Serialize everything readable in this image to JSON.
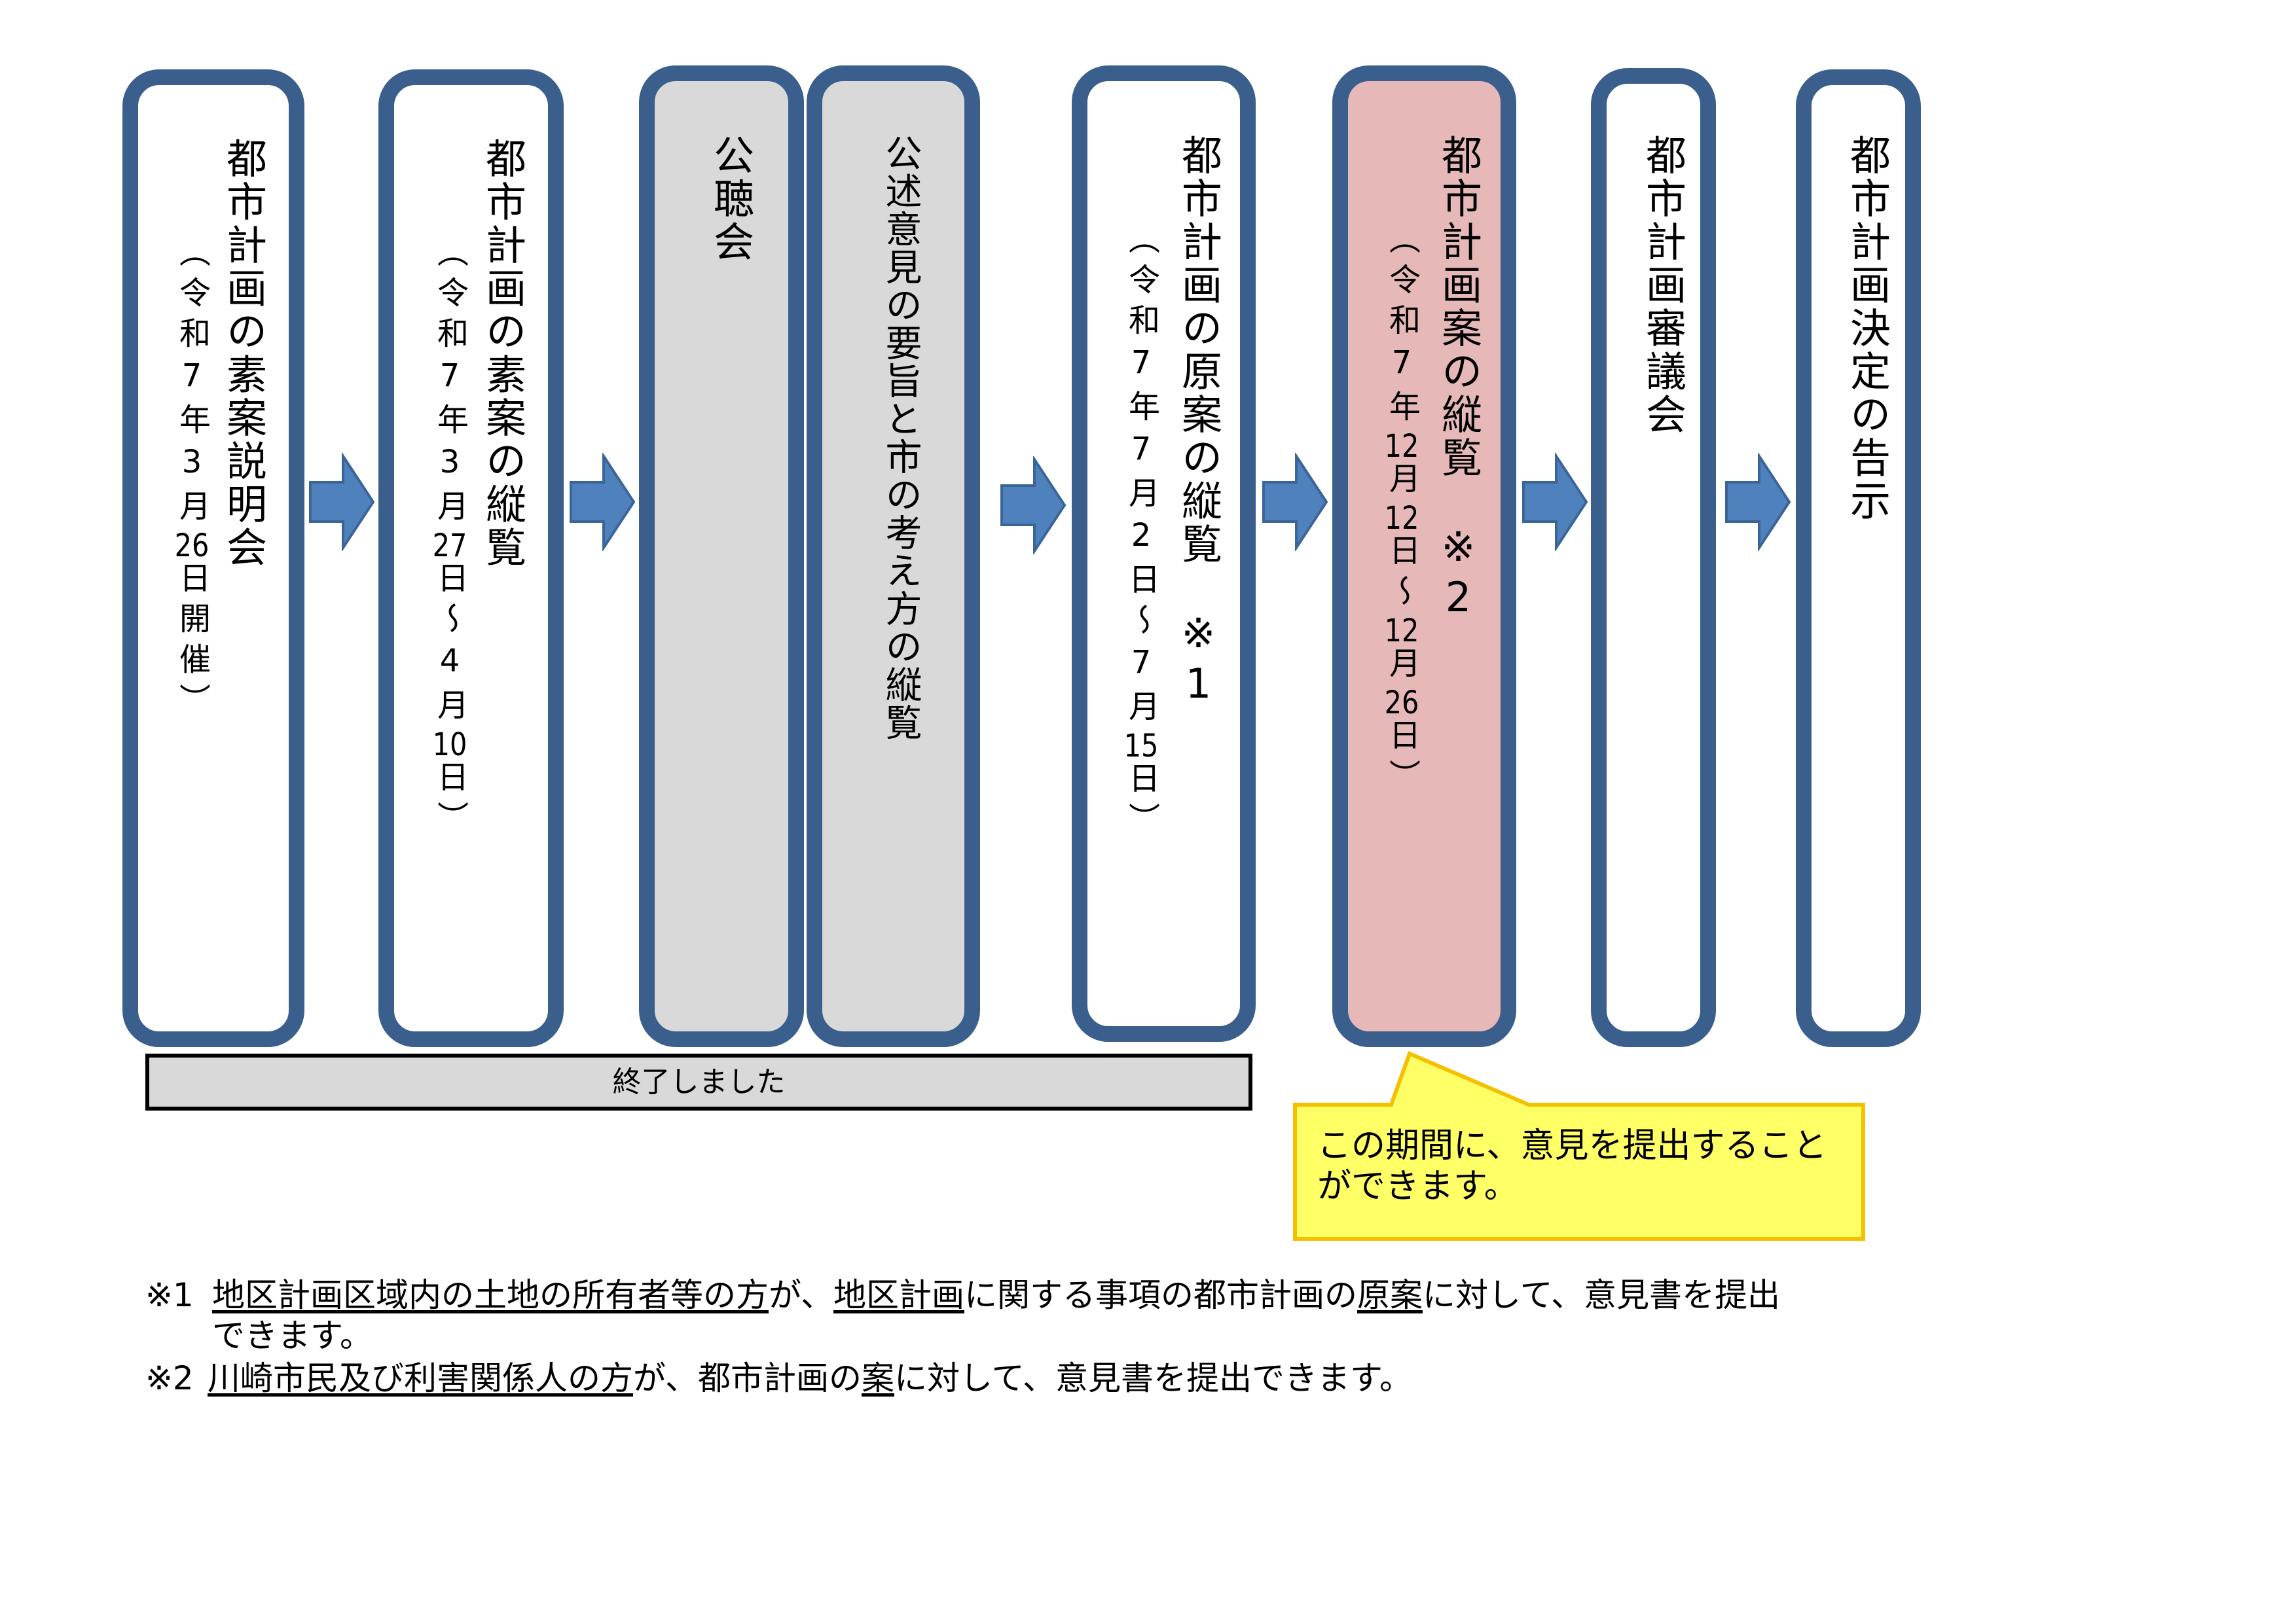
{
  "colors": {
    "border": "#3A5F8C",
    "gray": "#D9D9D9",
    "pink": "#E6B8B8",
    "arrow": "#4F81BD",
    "callout_fill": "#FFFF66",
    "callout_border": "#F5C000"
  },
  "steps": [
    {
      "title": "都市計画の素案説明会",
      "date": "（令和7年3月26日開催）"
    },
    {
      "title": "都市計画の素案の縦覧",
      "date": "（令和7年3月27日～4月10日）"
    },
    {
      "title": "公聴会",
      "date": ""
    },
    {
      "title": "公述意見の要旨と市の考え方の縦覧",
      "date": ""
    },
    {
      "title": "都市計画の原案の縦覧　※1",
      "date": "（令和7年7月2日～7月15日）"
    },
    {
      "title": "都市計画案の縦覧　※2",
      "date": "（令和7年12月12日～12月26日）"
    },
    {
      "title": "都市計画審議会",
      "date": ""
    },
    {
      "title": "都市計画決定の告示",
      "date": ""
    }
  ],
  "completed_label": "終了しました",
  "callout_text": "この期間に、意見を提出することができます。",
  "notes": [
    {
      "mark": "※1",
      "segments": [
        {
          "text": "地区計画区域内の土地の所有者等の方",
          "underline": true
        },
        {
          "text": "が、",
          "underline": false
        },
        {
          "text": "地区計画",
          "underline": true
        },
        {
          "text": "に関する事項の都市計画の",
          "underline": false
        },
        {
          "text": "原案",
          "underline": true
        },
        {
          "text": "に対して、意見書を提出できます。",
          "underline": false
        }
      ]
    },
    {
      "mark": "※2",
      "segments": [
        {
          "text": "川崎市民及び利害関係人の方",
          "underline": true
        },
        {
          "text": "が、都市計画の",
          "underline": false
        },
        {
          "text": "案",
          "underline": true
        },
        {
          "text": "に対して、意見書を提出できます。",
          "underline": false
        }
      ]
    }
  ]
}
